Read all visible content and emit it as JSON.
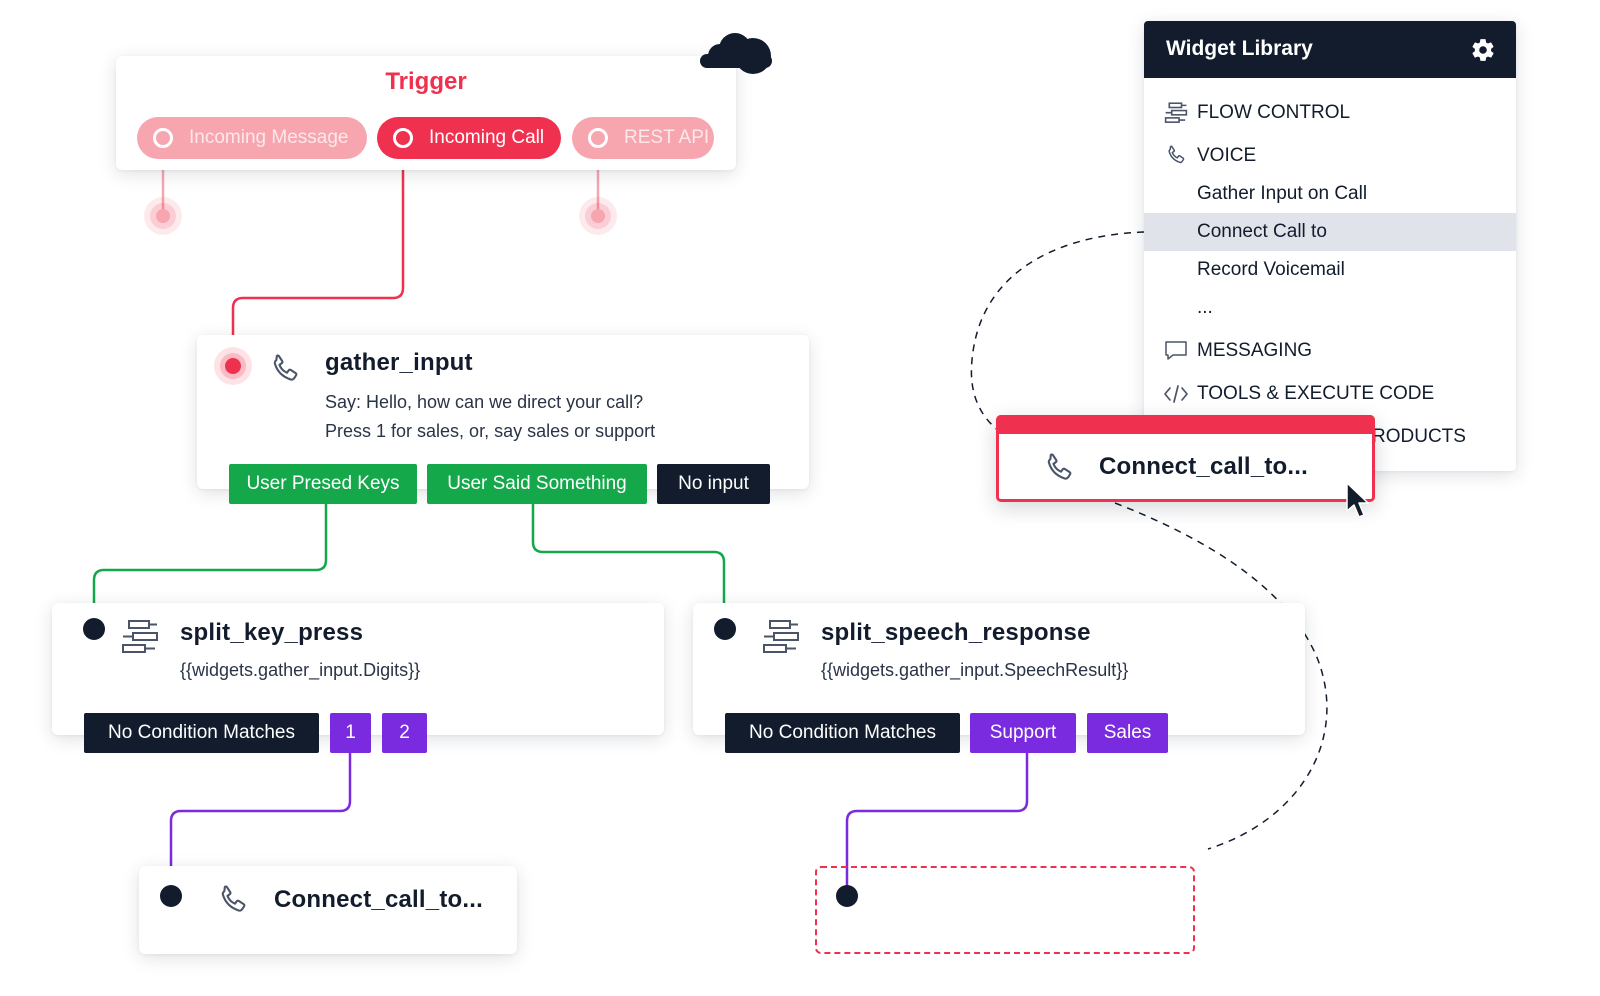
{
  "trigger": {
    "title": "Trigger",
    "options": [
      {
        "label": "Incoming Message",
        "active": false
      },
      {
        "label": "Incoming Call",
        "active": true
      },
      {
        "label": "REST API",
        "active": false
      }
    ]
  },
  "gather_input": {
    "title": "gather_input",
    "line1": "Say: Hello, how can we direct your call?",
    "line2": "Press 1 for sales, or, say sales or support",
    "transitions": [
      "User Presed Keys",
      "User Said Something",
      "No input"
    ]
  },
  "split_key_press": {
    "title": "split_key_press",
    "variable": "{{widgets.gather_input.Digits}}",
    "transitions": [
      "No Condition Matches",
      "1",
      "2"
    ]
  },
  "split_speech_response": {
    "title": "split_speech_response",
    "variable": "{{widgets.gather_input.SpeechResult}}",
    "transitions": [
      "No Condition Matches",
      "Support",
      "Sales"
    ]
  },
  "connect_call_bottom": {
    "title": "Connect_call_to..."
  },
  "dragged_widget": {
    "title": "Connect_call_to..."
  },
  "widget_library": {
    "title": "Widget Library",
    "categories": {
      "flow_control": "FLOW CONTROL",
      "voice": "VOICE",
      "messaging": "MESSAGING",
      "tools": "TOOLS & EXECUTE CODE",
      "products_partial": "RODUCTS"
    },
    "voice_items": [
      "Gather Input on Call",
      "Connect Call to",
      "Record Voicemail",
      "..."
    ],
    "selected_item": "Connect Call to"
  },
  "colors": {
    "red": "#f0304f",
    "light_red": "#f7a6b0",
    "green": "#15a84b",
    "purple": "#7a2be0",
    "navy": "#121c2d",
    "selected_bg": "#e1e3ea"
  },
  "icons": [
    "cloud-icon",
    "phone-icon",
    "split-icon",
    "gear-icon",
    "chat-icon",
    "code-icon",
    "cursor-icon"
  ]
}
